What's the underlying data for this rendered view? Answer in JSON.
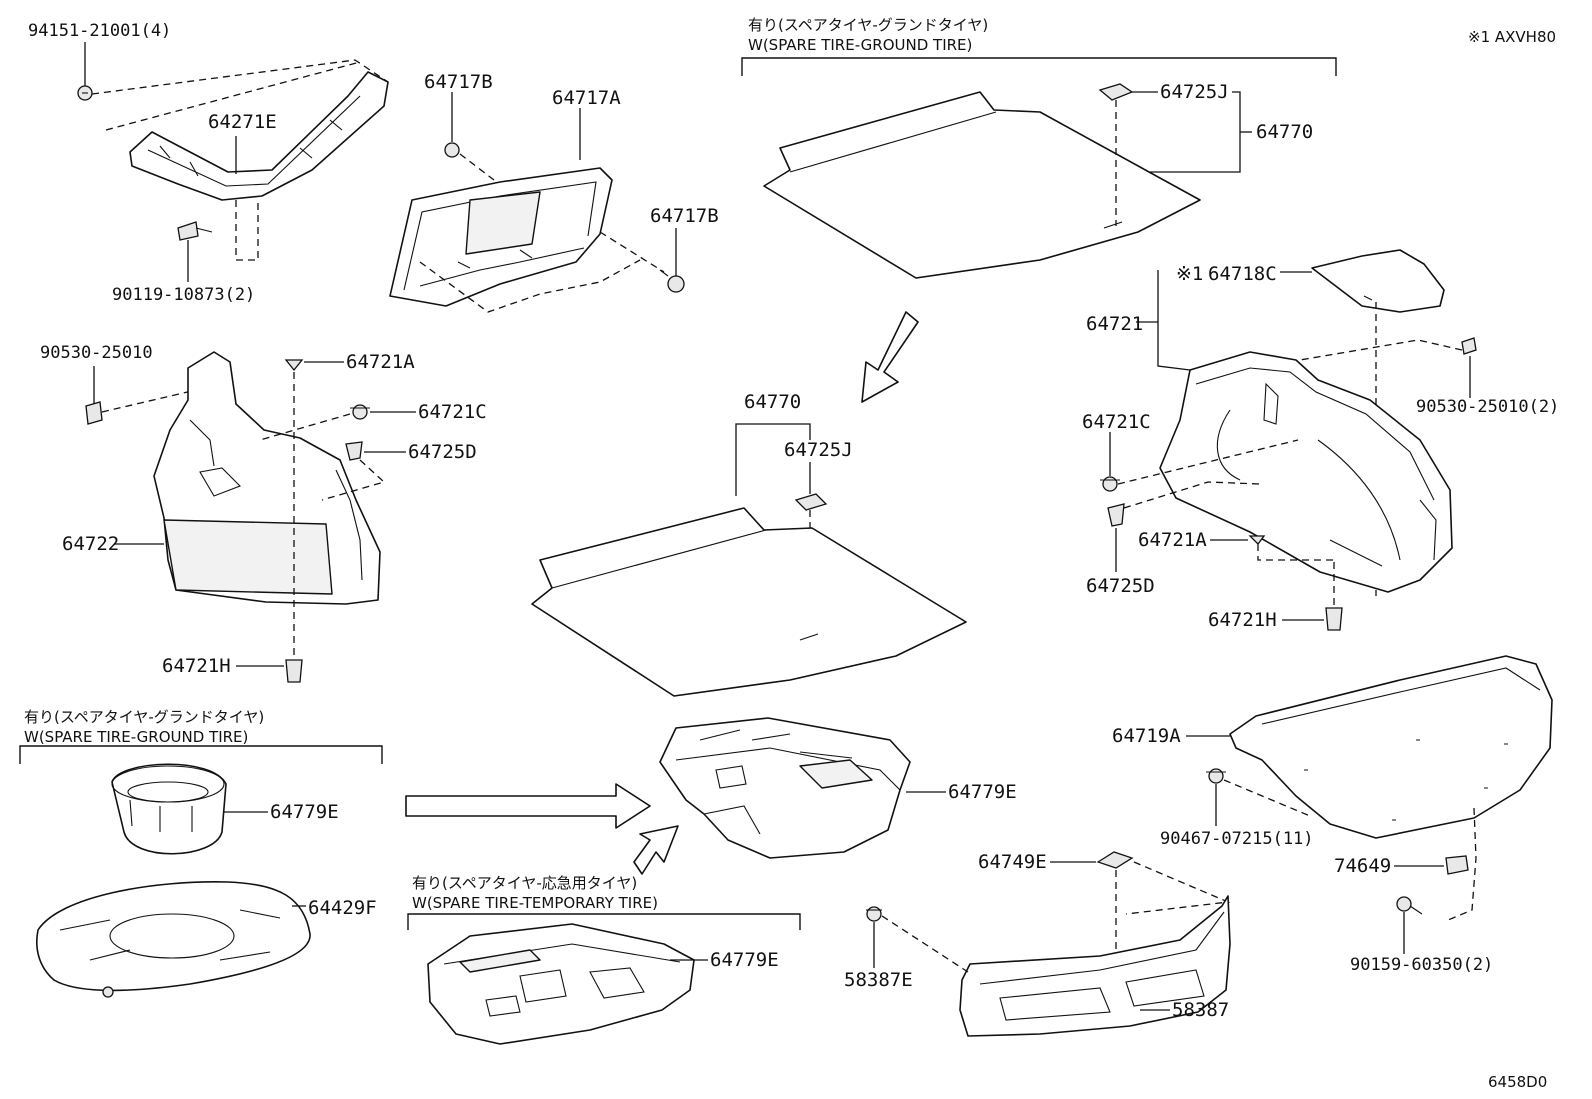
{
  "diagram_code": "6458D0",
  "note_top_right": "※1 AXVH80",
  "variants": {
    "ground_top": {
      "jp": "有り(スペアタイヤ-グランドタイヤ)",
      "en": "W(SPARE TIRE-GROUND TIRE)"
    },
    "ground_left": {
      "jp": "有り(スペアタイヤ-グランドタイヤ)",
      "en": "W(SPARE TIRE-GROUND TIRE)"
    },
    "temporary": {
      "jp": "有り(スペアタイヤ-応急用タイヤ)",
      "en": "W(SPARE TIRE-TEMPORARY TIRE)"
    }
  },
  "labels": {
    "p94151": "94151-21001(4)",
    "p64271E": "64271E",
    "p90119": "90119-10873(2)",
    "p64717B_a": "64717B",
    "p64717A": "64717A",
    "p64717B_b": "64717B",
    "p64725J_top": "64725J",
    "p64770_top": "64770",
    "p64718C": "64718C",
    "p64718C_mark": "※1",
    "p64721_r": "64721",
    "p90530_r": "90530-25010(2)",
    "p64721C_r": "64721C",
    "p64721A_r": "64721A",
    "p64725D_r": "64725D",
    "p64721H_r": "64721H",
    "p90530_l": "90530-25010",
    "p64721A_l": "64721A",
    "p64721C_l": "64721C",
    "p64725D_l": "64725D",
    "p64722": "64722",
    "p64721H_l": "64721H",
    "p64770_mid": "64770",
    "p64725J_mid": "64725J",
    "p64779E_mid": "64779E",
    "p64779E_left": "64779E",
    "p64429F": "64429F",
    "p64779E_bot": "64779E",
    "p64719A": "64719A",
    "p90467": "90467-07215(11)",
    "p74649": "74649",
    "p90159": "90159-60350(2)",
    "p64749E": "64749E",
    "p58387E": "58387E",
    "p58387": "58387"
  }
}
